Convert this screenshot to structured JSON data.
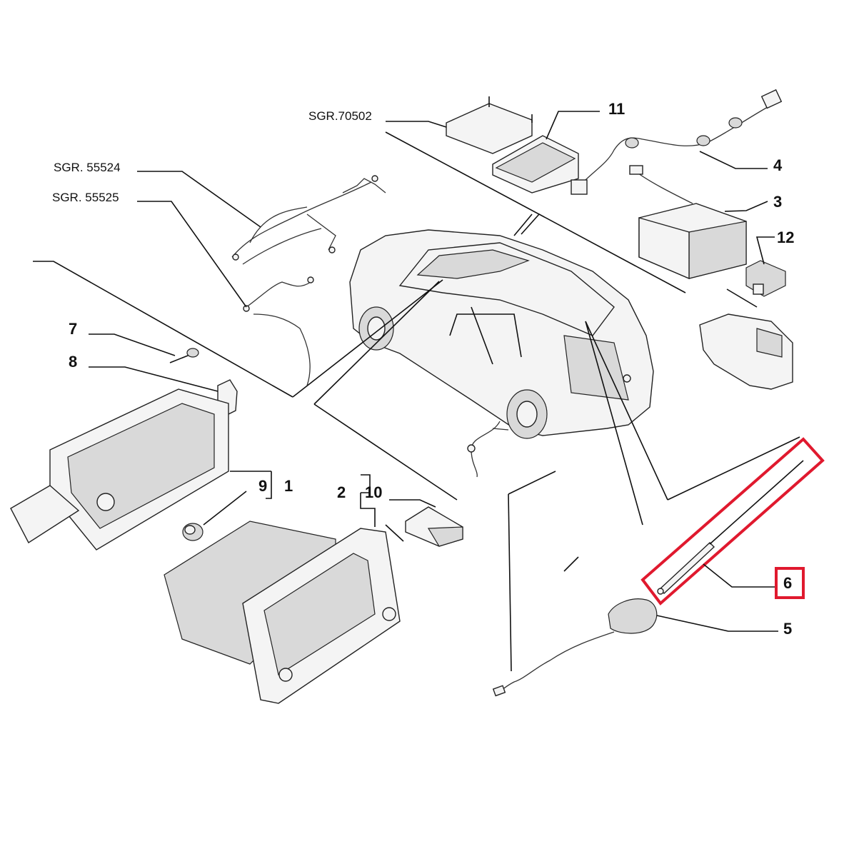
{
  "diagram": {
    "highlight_color": "#e0192e",
    "line_color": "#111111",
    "references": {
      "sgr_70502": "SGR.70502",
      "sgr_55524": "SGR. 55524",
      "sgr_55525": "SGR. 55525"
    },
    "callouts": {
      "c1": "1",
      "c2": "2",
      "c3": "3",
      "c4": "4",
      "c5": "5",
      "c6": "6",
      "c7": "7",
      "c8": "8",
      "c9": "9",
      "c10": "10",
      "c11": "11",
      "c12": "12"
    },
    "highlighted_callout": "6"
  }
}
